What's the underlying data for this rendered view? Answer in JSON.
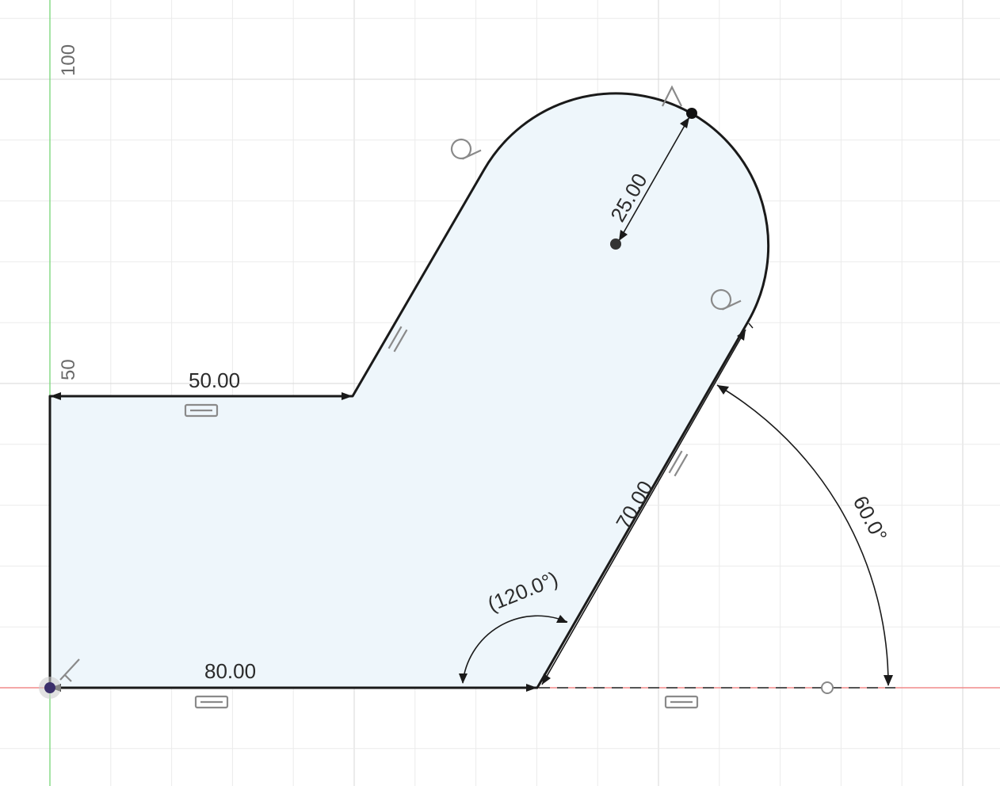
{
  "app": {
    "view": "sketch-canvas"
  },
  "axis_labels": {
    "y_100": "100",
    "y_50": "50"
  },
  "dimensions": {
    "top_edge": "50.00",
    "bottom_edge": "80.00",
    "radius": "25.00",
    "slanted_edge": "70.00",
    "angle_inner": "(120.0°)",
    "angle_outer": "60.0°"
  },
  "icons": {
    "tangent_left": "tangent-icon",
    "tangent_right": "tangent-icon",
    "parallel_left": "parallel-icon",
    "parallel_right": "parallel-icon",
    "horizontal_top": "horizontal-icon",
    "horizontal_bottom": "horizontal-icon",
    "horizontal_construction": "horizontal-icon",
    "coincident": "coincident-icon",
    "origin_fix": "fix-icon"
  },
  "colors": {
    "grid_minor": "#ebebeb",
    "grid_major": "#d7d7d7",
    "x_axis": "#f08a8a",
    "y_axis": "#7fd97f",
    "profile_fill": "#eef6fb",
    "profile_stroke": "#1a1a1a",
    "constraint_icon": "#8a8a8a",
    "dimension_text": "#2b2b2b"
  }
}
